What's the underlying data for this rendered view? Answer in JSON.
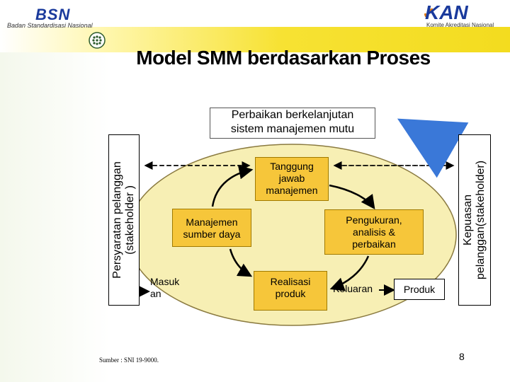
{
  "header": {
    "left_logo": "BSN",
    "left_org": "Badan Standardisasi Nasional",
    "right_logo": "KAN",
    "right_org": "Komite Akreditasi Nasional"
  },
  "title": "Model SMM berdasarkan Proses",
  "diagram": {
    "perbaikan_line1": "Perbaikan berkelanjutan",
    "perbaikan_line2": "sistem manajemen mutu",
    "left_line1": "Persyaratan pelanggan",
    "left_line2": "(stakeholder )",
    "right_line1": "Kepuasan",
    "right_line2": "pelanggan(stakeholder)",
    "tanggung_line1": "Tanggung",
    "tanggung_line2": "jawab",
    "tanggung_line3": "manajemen",
    "sumberdaya_line1": "Manajemen",
    "sumberdaya_line2": "sumber daya",
    "pengukuran_line1": "Pengukuran,",
    "pengukuran_line2": "analisis &",
    "pengukuran_line3": "perbaikan",
    "realisasi_line1": "Realisasi",
    "realisasi_line2": "produk",
    "masukan_line1": "Masuk",
    "masukan_line2": "an",
    "keluaran": "Keluaran",
    "produk": "Produk"
  },
  "footer": {
    "source": "Sumber : SNI 19-9000.",
    "page_number": "8"
  },
  "colors": {
    "band": "#f3dc1f",
    "ellipse": "#f7efb4",
    "process_box": "#f6c63a",
    "arrow_blue": "#3a78d8"
  },
  "icons": [
    "bsn-logo",
    "kan-logo",
    "dotted-circle-icon",
    "curved-arrow-icon"
  ]
}
